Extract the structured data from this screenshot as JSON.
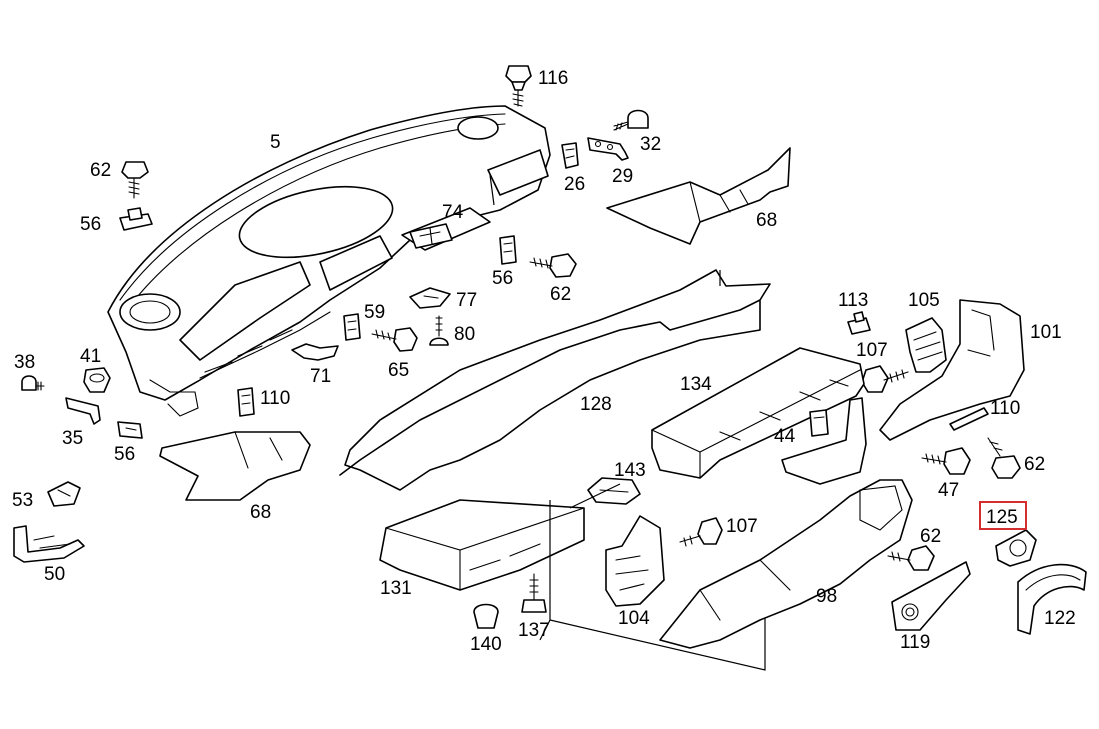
{
  "diagram": {
    "highlight_color": "#d32f2f",
    "line_color": "#000000",
    "highlighted_callout": "125",
    "callouts": {
      "c5": "5",
      "c116": "116",
      "c32": "32",
      "c26": "26",
      "c29": "29",
      "c62a": "62",
      "c56a": "56",
      "c74": "74",
      "c68a": "68",
      "c56b": "56",
      "c62b": "62",
      "c77": "77",
      "c59": "59",
      "c80": "80",
      "c38": "38",
      "c41": "41",
      "c65": "65",
      "c71": "71",
      "c110a": "110",
      "c35": "35",
      "c56c": "56",
      "c128": "128",
      "c113": "113",
      "c105": "105",
      "c101": "101",
      "c107a": "107",
      "c134": "134",
      "c110b": "110",
      "c44": "44",
      "c62c": "62",
      "c53": "53",
      "c68b": "68",
      "c143": "143",
      "c47": "47",
      "c125": "125",
      "c107b": "107",
      "c62d": "62",
      "c50": "50",
      "c131": "131",
      "c104": "104",
      "c98": "98",
      "c122": "122",
      "c140": "140",
      "c137": "137",
      "c119": "119"
    }
  }
}
